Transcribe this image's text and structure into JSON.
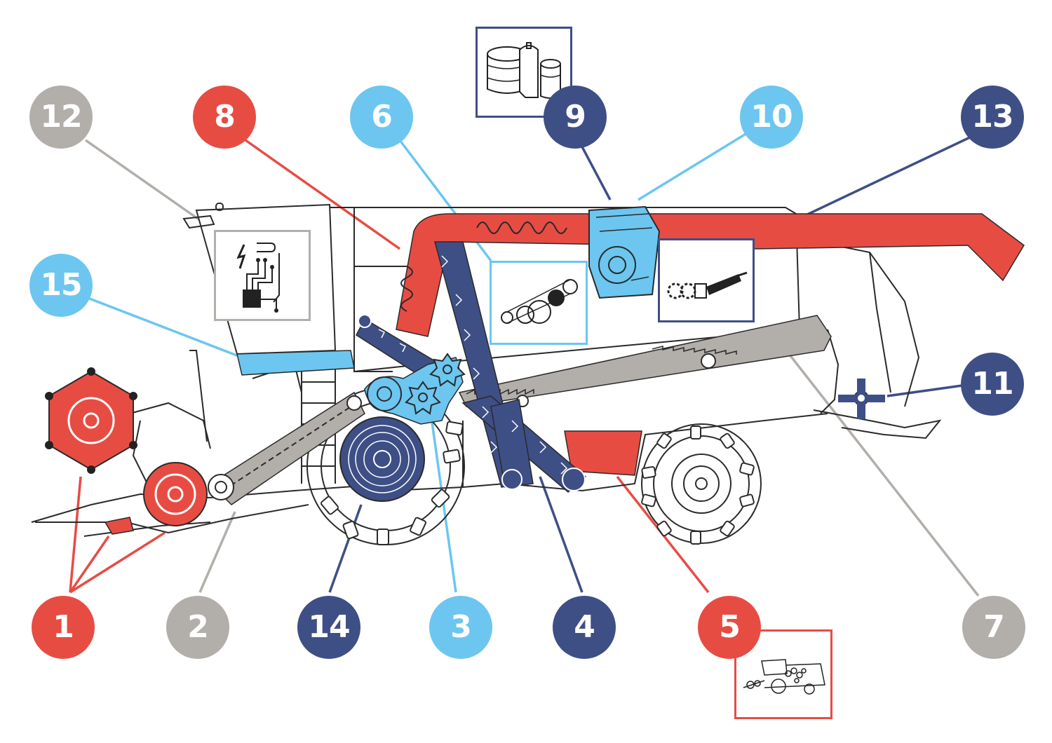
{
  "colors": {
    "red": "#e74c43",
    "light_blue": "#6cc6f0",
    "navy": "#3e4f86",
    "grey": "#b2aeaa",
    "outline": "#2a2a2a"
  },
  "callouts": [
    {
      "label": "1",
      "color": "#e74c43"
    },
    {
      "label": "2",
      "color": "#b2aeaa"
    },
    {
      "label": "3",
      "color": "#6cc6f0"
    },
    {
      "label": "4",
      "color": "#3e4f86"
    },
    {
      "label": "5",
      "color": "#e74c43"
    },
    {
      "label": "6",
      "color": "#6cc6f0"
    },
    {
      "label": "7",
      "color": "#b2aeaa"
    },
    {
      "label": "8",
      "color": "#e74c43"
    },
    {
      "label": "9",
      "color": "#3e4f86"
    },
    {
      "label": "10",
      "color": "#6cc6f0"
    },
    {
      "label": "11",
      "color": "#3e4f86"
    },
    {
      "label": "12",
      "color": "#b2aeaa"
    },
    {
      "label": "13",
      "color": "#3e4f86"
    },
    {
      "label": "14",
      "color": "#3e4f86"
    },
    {
      "label": "15",
      "color": "#6cc6f0"
    }
  ],
  "insets": {
    "electronics": "circuit-board-icon",
    "filters": "filter-cartridges-icon",
    "belt_drive": "belt-drive-icon",
    "hydraulics": "gear-pump-cylinder-icon",
    "combine_overview": "combine-harvester-icon"
  }
}
